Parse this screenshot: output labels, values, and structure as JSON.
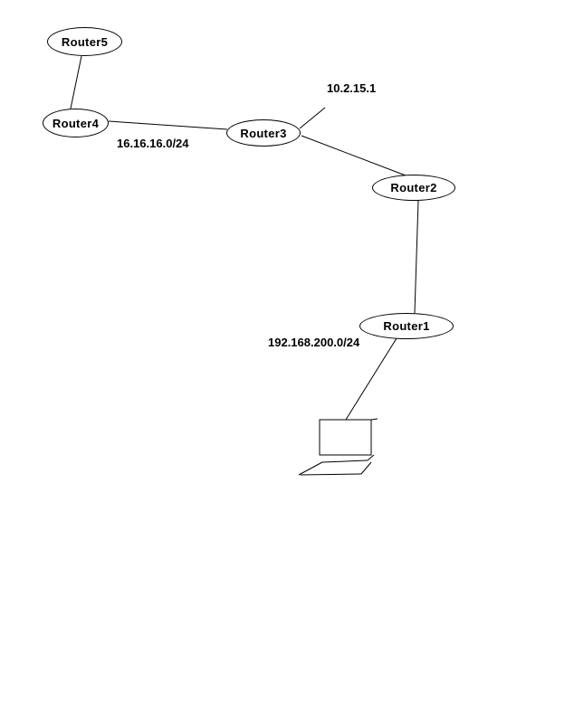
{
  "diagram": {
    "background": "#ffffff",
    "stroke_color": "#000000",
    "text_color": "#000000",
    "nodes": [
      {
        "id": "router1",
        "label": "Router1"
      },
      {
        "id": "router2",
        "label": "Router2"
      },
      {
        "id": "router3",
        "label": "Router3"
      },
      {
        "id": "router4",
        "label": "Router4"
      },
      {
        "id": "router5",
        "label": "Router5"
      }
    ],
    "ip_labels": [
      {
        "id": "interface-ip",
        "text": "10.2.15.1"
      },
      {
        "id": "network-16",
        "text": "16.16.16.0/24"
      },
      {
        "id": "network-192",
        "text": "192.168.200.0/24"
      }
    ],
    "edges": [
      {
        "from": "Router5",
        "to": "Router4"
      },
      {
        "from": "Router4",
        "to": "Router3"
      },
      {
        "from": "Router3",
        "to": "10.2.15.1"
      },
      {
        "from": "Router3",
        "to": "Router2"
      },
      {
        "from": "Router2",
        "to": "Router1"
      },
      {
        "from": "Router1",
        "to": "laptop"
      }
    ],
    "devices": [
      {
        "id": "laptop",
        "type": "laptop-sketch"
      }
    ]
  }
}
